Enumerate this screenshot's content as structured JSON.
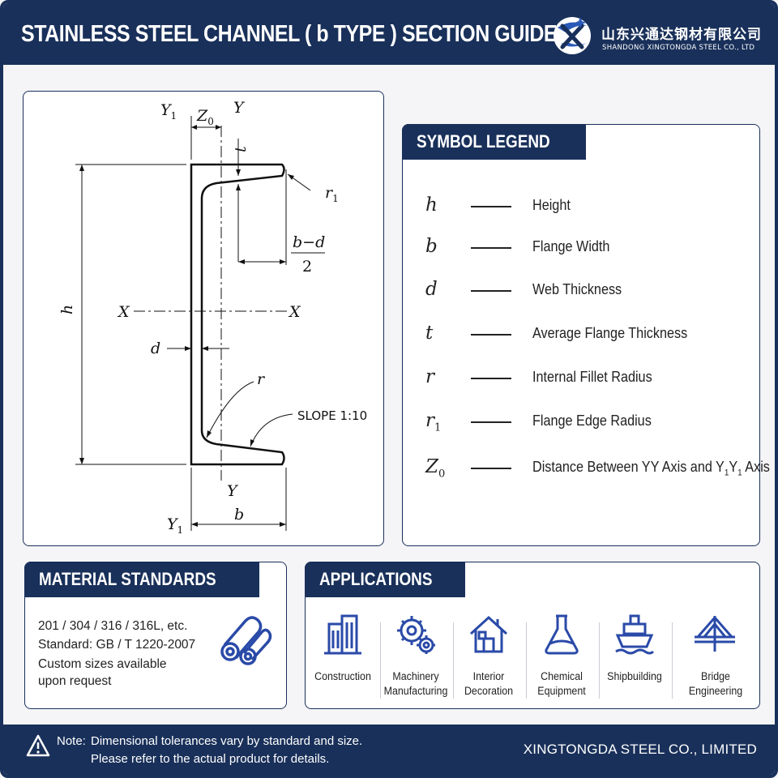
{
  "header": {
    "title": "STAINLESS STEEL CHANNEL ( b TYPE ) SECTION GUIDE",
    "logo_cn": "山东兴通达钢材有限公司",
    "logo_en": "SHANDONG XINGTONGDA  STEEL CO., LTD"
  },
  "diagram": {
    "labels": {
      "y1_top": "Y",
      "y1_sub": "1",
      "z0": "Z",
      "z0_sub": "0",
      "y_top": "Y",
      "t": "t",
      "r1": "r",
      "r1_sub": "1",
      "bd_num": "b−d",
      "bd_den": "2",
      "h": "h",
      "x_left": "X",
      "x_right": "X",
      "d": "d",
      "r": "r",
      "slope": "SLOPE 1:10",
      "y_bottom": "Y",
      "y1_bottom": "Y",
      "y1_bottom_sub": "1",
      "b": "b"
    }
  },
  "legend": {
    "title": "SYMBOL LEGEND",
    "items": [
      {
        "symbol": "h",
        "sub": "",
        "desc": "Height"
      },
      {
        "symbol": "b",
        "sub": "",
        "desc": "Flange Width"
      },
      {
        "symbol": "d",
        "sub": "",
        "desc": "Web Thickness"
      },
      {
        "symbol": "t",
        "sub": "",
        "desc": "Average Flange Thickness"
      },
      {
        "symbol": "r",
        "sub": "",
        "desc": "Internal Fillet Radius"
      },
      {
        "symbol": "r",
        "sub": "1",
        "desc": "Flange Edge Radius"
      },
      {
        "symbol": "Z",
        "sub": "0",
        "desc_a": "Distance Between YY Axis and Y",
        "desc_s1": "1",
        "desc_b": "Y",
        "desc_s2": "1",
        "desc_c": " Axis"
      }
    ]
  },
  "material": {
    "title": "MATERIAL STANDARDS",
    "lines": [
      "201 / 304 / 316 / 316L, etc.",
      "Standard:  GB / T 1220-2007",
      "Custom sizes available",
      "upon request"
    ],
    "icon": "pipes-icon"
  },
  "applications": {
    "title": "APPLICATIONS",
    "items": [
      {
        "icon": "building-icon",
        "line1": "Construction",
        "line2": ""
      },
      {
        "icon": "gears-icon",
        "line1": "Machinery",
        "line2": "Manufacturing"
      },
      {
        "icon": "house-icon",
        "line1": "Interior",
        "line2": "Decoration"
      },
      {
        "icon": "flask-icon",
        "line1": "Chemical",
        "line2": "Equipment"
      },
      {
        "icon": "ship-icon",
        "line1": "Shipbuilding",
        "line2": ""
      },
      {
        "icon": "bridge-icon",
        "line1": "Bridge",
        "line2": "Engineering"
      }
    ]
  },
  "footer": {
    "note_label": "Note:",
    "note_line1": "Dimensional tolerances vary by standard and size.",
    "note_line2": "Please refer to the actual product for details.",
    "company": "XINGTONGDA STEEL CO., LIMITED"
  },
  "colors": {
    "navy": "#19305a",
    "accent_blue": "#2a5ab8",
    "panel_bg": "#ffffff",
    "page_bg": "#f5f5f7"
  }
}
